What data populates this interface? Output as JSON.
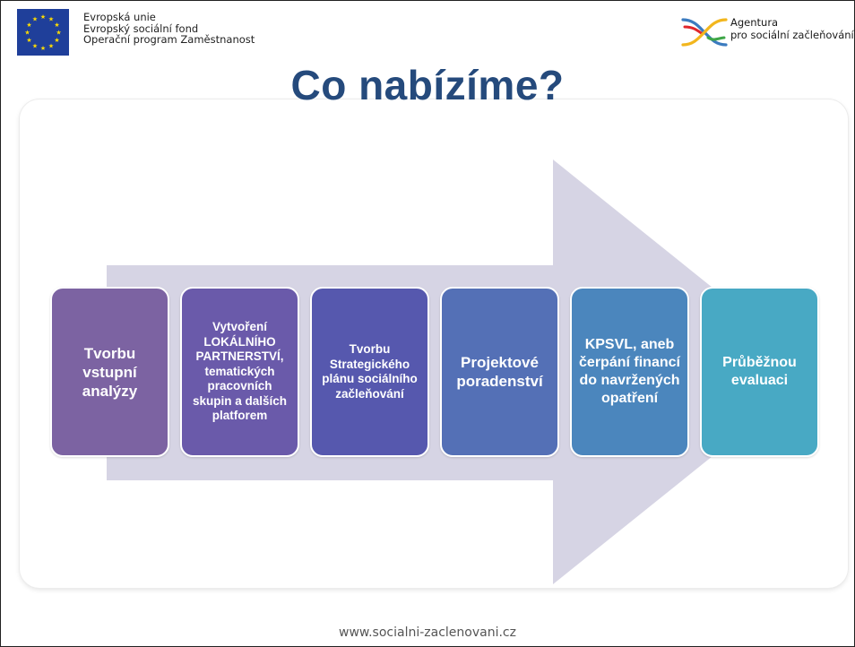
{
  "header": {
    "eu_lines": [
      "Evropská unie",
      "Evropský sociální fond",
      "Operační program Zaměstnanost"
    ],
    "agency_lines": [
      "Agentura",
      "pro sociální začleňování"
    ]
  },
  "title": "Co nabízíme?",
  "steps": [
    {
      "label": "Tvorbu vstupní analýzy",
      "color": "#7c63a2"
    },
    {
      "label": "Vytvoření LOKÁLNÍHO PARTNERSTVÍ, tematických pracovních skupin a dalších platforem",
      "color": "#6a5aaa"
    },
    {
      "label": "Tvorbu Strategického plánu sociálního začleňování",
      "color": "#5658ae"
    },
    {
      "label": "Projektové poradenství",
      "color": "#5470b6"
    },
    {
      "label": "KPSVL, aneb čerpání financí do navržených opatření",
      "color": "#4b86bd"
    },
    {
      "label": "Průběžnou evaluaci",
      "color": "#48a9c4"
    }
  ],
  "colors": {
    "title": "#254a7c",
    "arrow": "#d6d4e4",
    "eu_blue": "#1f3f9a",
    "eu_star": "#ffdd00"
  },
  "icons": {
    "eu_logo": "eu-flag-icon",
    "agency_logo": "agency-logo-icon"
  },
  "footer": "www.socialni-zaclenovani.cz"
}
